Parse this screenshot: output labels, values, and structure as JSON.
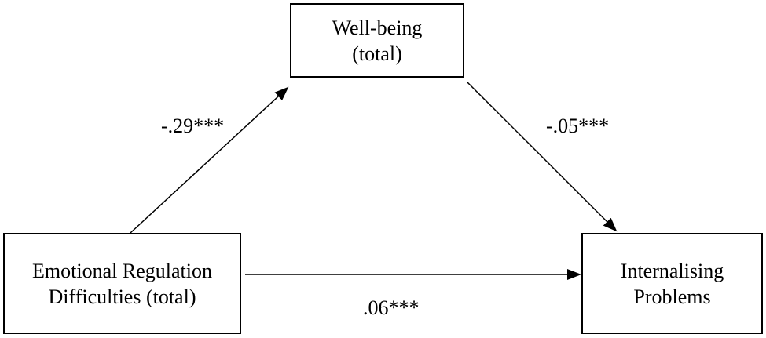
{
  "nodes": {
    "mediator": {
      "line1": "Well-being",
      "line2": "(total)"
    },
    "predictor": {
      "line1": "Emotional Regulation",
      "line2": "Difficulties (total)"
    },
    "outcome": {
      "line1": "Internalising",
      "line2": "Problems"
    }
  },
  "paths": {
    "a": {
      "from": "predictor",
      "to": "mediator",
      "coefficient": "-.29***"
    },
    "b": {
      "from": "mediator",
      "to": "outcome",
      "coefficient": "-.05***"
    },
    "c": {
      "from": "predictor",
      "to": "outcome",
      "coefficient": ".06***"
    }
  },
  "colors": {
    "line": "#000000",
    "background": "#ffffff"
  }
}
